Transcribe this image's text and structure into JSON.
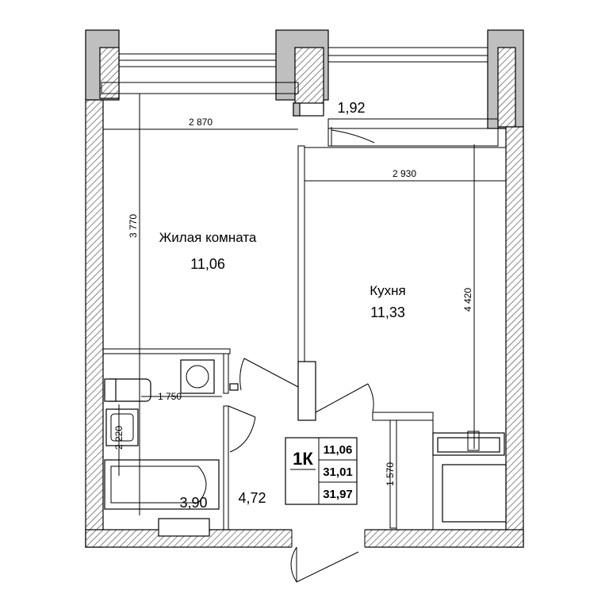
{
  "rooms": {
    "living": {
      "name": "Жилая комната",
      "area": "11,06"
    },
    "kitchen": {
      "name": "Кухня",
      "area": "11,33"
    },
    "balcony": {
      "area": "1,92"
    },
    "bathroom": {
      "area": "3,90"
    },
    "hall": {
      "area": "4,72"
    }
  },
  "dimensions": {
    "living_width": "2 870",
    "living_height": "3 770",
    "kitchen_width": "2 930",
    "kitchen_height": "4 420",
    "bath_width": "1 750",
    "bath_height": "2 220",
    "hall_height": "1 570"
  },
  "legend": {
    "type": "1К",
    "living_area": "11,06",
    "total_area": "31,01",
    "total_area_balcony": "31,97"
  }
}
